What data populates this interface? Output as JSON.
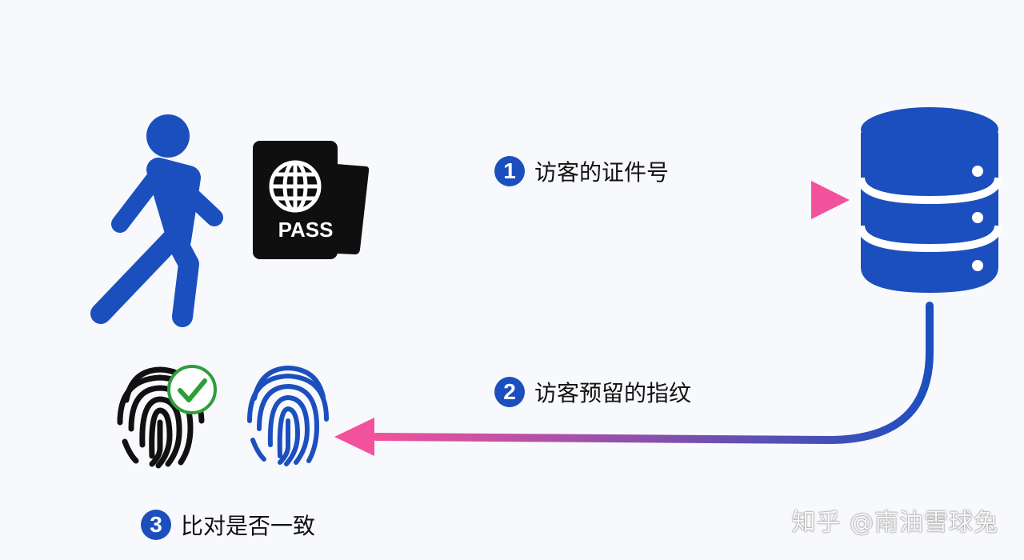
{
  "steps": [
    {
      "number": "1",
      "label": "访客的证件号"
    },
    {
      "number": "2",
      "label": "访客预留的指纹"
    },
    {
      "number": "3",
      "label": "比对是否一致"
    }
  ],
  "passport": {
    "text": "PASS"
  },
  "watermark": "知乎 @南油雪球兔",
  "colors": {
    "primary_blue": "#1c4fbe",
    "arrow_pink": "#f2529b",
    "check_green": "#2e9e3a"
  }
}
